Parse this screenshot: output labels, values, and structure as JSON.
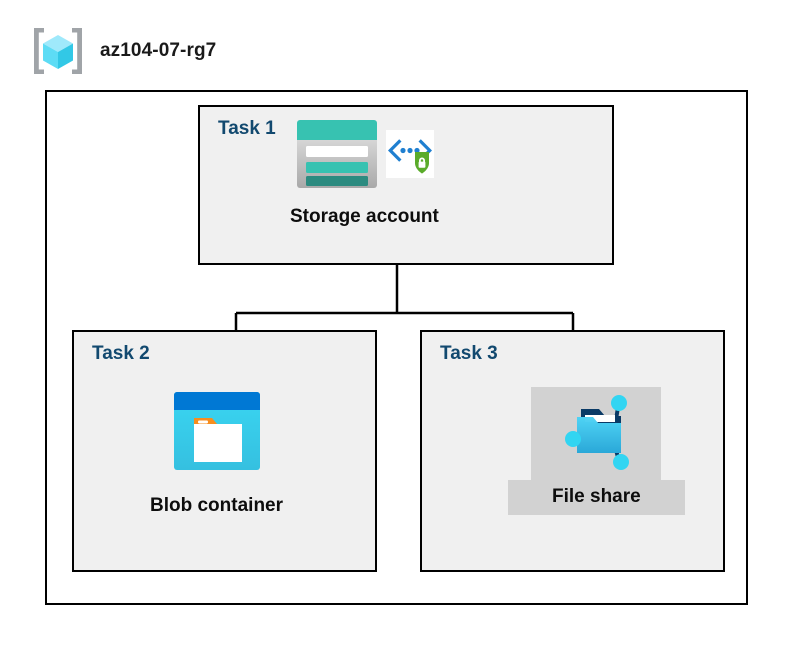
{
  "header": {
    "resource_group_name": "az104-07-rg7",
    "icon": "resource-group-cube-icon"
  },
  "diagram": {
    "type": "azure-architecture",
    "container_label": "resource-group-container",
    "tasks": [
      {
        "id": "task1",
        "label": "Task 1",
        "node_caption": "Storage account",
        "icons": [
          "storage-account-icon",
          "private-endpoint-secure-icon"
        ],
        "caption_highlighted": false
      },
      {
        "id": "task2",
        "label": "Task 2",
        "node_caption": "Blob container",
        "icons": [
          "blob-container-icon"
        ],
        "caption_highlighted": false
      },
      {
        "id": "task3",
        "label": "Task 3",
        "node_caption": "File share",
        "icons": [
          "file-share-icon"
        ],
        "caption_highlighted": true
      }
    ],
    "connections": [
      {
        "from": "task1",
        "to": "task2"
      },
      {
        "from": "task1",
        "to": "task3"
      }
    ]
  },
  "colors": {
    "task_label_blue": "#12496f",
    "box_fill": "#f0f0f0",
    "box_border": "#000000",
    "caption_text": "#0d0d0d",
    "highlight_gray": "#d2d2d2",
    "storage_teal": "#37c2b1",
    "storage_teal_dark": "#2c8b80",
    "blob_blue": "#0078d4",
    "blob_cyan": "#32d0ef",
    "blob_orange": "#f78d1e",
    "fileshare_cyan": "#32bde8",
    "fileshare_navy": "#0a3a66",
    "shield_green": "#5aab2a",
    "bracket_gray": "#a0a4a8",
    "cube_cyan": "#32d5f2"
  }
}
